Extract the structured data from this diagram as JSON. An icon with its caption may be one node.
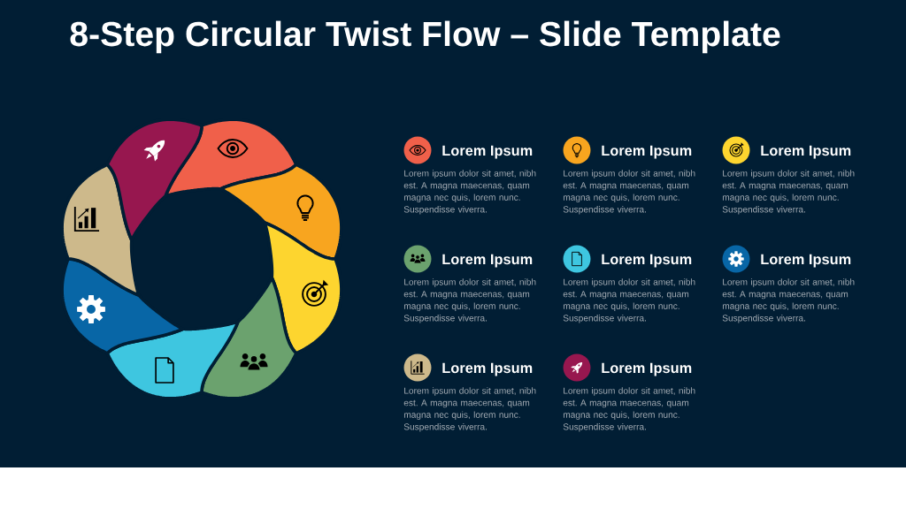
{
  "diagram": {
    "title": "8-Step Circular Twist Flow – Slide Template",
    "nodes": [
      {
        "text": [
          "Lorem Ipsum",
          "Lorem ipsum dolor sit amet, nibh est. A magna maecenas, quam magna nec quis, lorem nunc. Suspendisse viverra."
        ]
      },
      {
        "text": [
          "Lorem Ipsum",
          "Lorem ipsum dolor sit amet, nibh est. A magna maecenas, quam magna nec quis, lorem nunc. Suspendisse viverra."
        ]
      },
      {
        "text": [
          "Lorem Ipsum",
          "Lorem ipsum dolor sit amet, nibh est. A magna maecenas, quam magna nec quis, lorem nunc. Suspendisse viverra."
        ]
      },
      {
        "text": [
          "Lorem Ipsum",
          "Lorem ipsum dolor sit amet, nibh est. A magna maecenas, quam magna nec quis, lorem nunc. Suspendisse viverra."
        ]
      },
      {
        "text": [
          "Lorem Ipsum",
          "Lorem ipsum dolor sit amet, nibh est. A magna maecenas, quam magna nec quis, lorem nunc. Suspendisse viverra."
        ]
      },
      {
        "text": [
          "Lorem Ipsum",
          "Lorem ipsum dolor sit amet, nibh est. A magna maecenas, quam magna nec quis, lorem nunc. Suspendisse viverra."
        ]
      },
      {
        "text": [
          "Lorem Ipsum",
          "Lorem ipsum dolor sit amet, nibh est. A magna maecenas, quam magna nec quis, lorem nunc. Suspendisse viverra."
        ]
      },
      {
        "text": [
          "Lorem Ipsum",
          "Lorem ipsum dolor sit amet, nibh est. A magna maecenas, quam magna nec quis, lorem nunc. Suspendisse viverra."
        ]
      }
    ]
  }
}
